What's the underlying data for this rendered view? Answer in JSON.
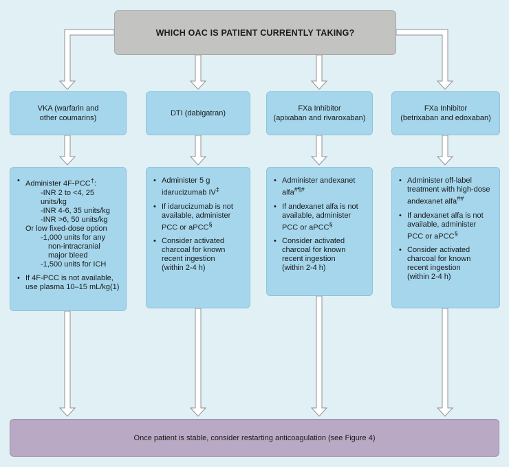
{
  "question": "WHICH OAC IS PATIENT CURRENTLY TAKING?",
  "categories": [
    {
      "line1": "VKA (warfarin and",
      "line2": "other coumarins)"
    },
    {
      "line1": "DTI (dabigatran)",
      "line2": ""
    },
    {
      "line1": "FXa Inhibitor",
      "line2": "(apixaban and rivaroxaban)"
    },
    {
      "line1": "FXa Inhibitor",
      "line2": "(betrixaban and edoxaban)"
    }
  ],
  "vka": {
    "b1": "Administer 4F-PCC",
    "b1_mark": "†",
    "b1_sep": ":",
    "inr1": "-INR 2 to <4, 25 units/kg",
    "inr2": "-INR 4-6, 35 units/kg",
    "inr3": "-INR >6, 50 units/kg",
    "or": "Or low fixed-dose option",
    "fixed1a": "-1,000 units for any",
    "fixed1b": "non-intracranial",
    "fixed1c": "major bleed",
    "fixed2": "-1,500 units for ICH",
    "b2a": "If 4F-PCC is not available,",
    "b2b": "use plasma 10–15 mL/kg(1)"
  },
  "dti": {
    "b1a": "Administer 5 g",
    "b1b": "idarucizumab IV",
    "b1_mark": "‡",
    "b2a": "If idarucizumab is not",
    "b2b": "available, administer",
    "b2c": "PCC or aPCC",
    "b2_mark": "§",
    "b3a": "Consider activated",
    "b3b": "charcoal for known",
    "b3c": "recent ingestion",
    "b3d": "(within 2-4 h)"
  },
  "fxa1": {
    "b1a": "Administer andexanet",
    "b1b": "alfa",
    "b1_mark": "#¶#",
    "b2a": "If andexanet alfa is not",
    "b2b": "available, administer",
    "b2c": "PCC or aPCC",
    "b2_mark": "§",
    "b3a": "Consider activated",
    "b3b": "charcoal for known",
    "b3c": "recent ingestion",
    "b3d": "(within 2-4 h)"
  },
  "fxa2": {
    "b1a": "Administer off-label",
    "b1b": "treatment with high-dose",
    "b1c": "andexanet alfa",
    "b1_mark": "##",
    "b2a": "If andexanet alfa is not",
    "b2b": "available, administer",
    "b2c": "PCC or aPCC",
    "b2_mark": "§",
    "b3a": "Consider activated",
    "b3b": "charcoal for known",
    "b3c": "recent ingestion",
    "b3d": "(within 2-4 h)"
  },
  "footer": "Once patient is stable, consider restarting anticoagulation (see Figure 4)",
  "colors": {
    "background": "#e1f0f5",
    "top_box": "#c3c4c2",
    "blue_box": "#a5d6ec",
    "bottom_box": "#b9a9c4"
  }
}
